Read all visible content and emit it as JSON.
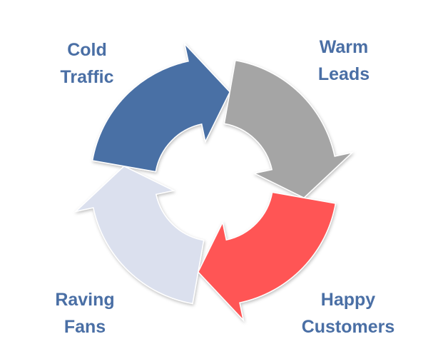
{
  "diagram": {
    "type": "cycle",
    "stages": [
      {
        "line1": "Cold",
        "line2": "Traffic",
        "color": "#4a6fa5"
      },
      {
        "line1": "Warm",
        "line2": "Leads",
        "color": "#a5a5a5"
      },
      {
        "line1": "Happy",
        "line2": "Customers",
        "color": "#ff5555"
      },
      {
        "line1": "Raving",
        "line2": "Fans",
        "color": "#dbe0ee"
      }
    ],
    "label_color": "#4a6fa5",
    "direction": "clockwise"
  }
}
